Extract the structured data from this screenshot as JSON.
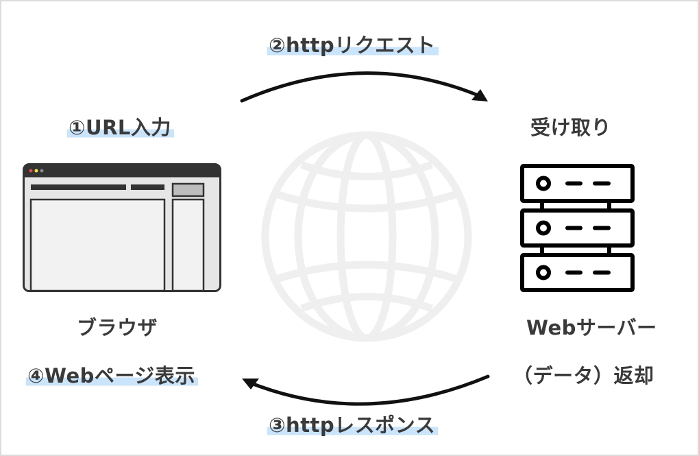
{
  "diagram": {
    "steps": {
      "url_input": "①URL入力",
      "http_request": "②httpリクエスト",
      "http_response": "③httpレスポンス",
      "web_page_display": "④Webページ表示"
    },
    "labels": {
      "browser": "ブラウザ",
      "web_server": "Webサーバー",
      "receive": "受け取り",
      "data_return": "（データ）返却"
    },
    "nodes": [
      {
        "id": "browser",
        "icon": "browser-window-icon"
      },
      {
        "id": "internet",
        "icon": "globe-icon"
      },
      {
        "id": "web_server",
        "icon": "server-rack-icon"
      }
    ],
    "edges": [
      {
        "from": "browser",
        "to": "web_server",
        "label_ref": "http_request"
      },
      {
        "from": "web_server",
        "to": "browser",
        "label_ref": "http_response"
      }
    ],
    "colors": {
      "text": "#3a3a3a",
      "highlight": "#c9e4fb",
      "border": "#dcdcdc",
      "icon_dark": "#333333",
      "globe": "#efefef",
      "dot_red": "#e04b4b",
      "dot_yellow": "#f2e34a",
      "dot_gray": "#8a8a8a"
    }
  }
}
